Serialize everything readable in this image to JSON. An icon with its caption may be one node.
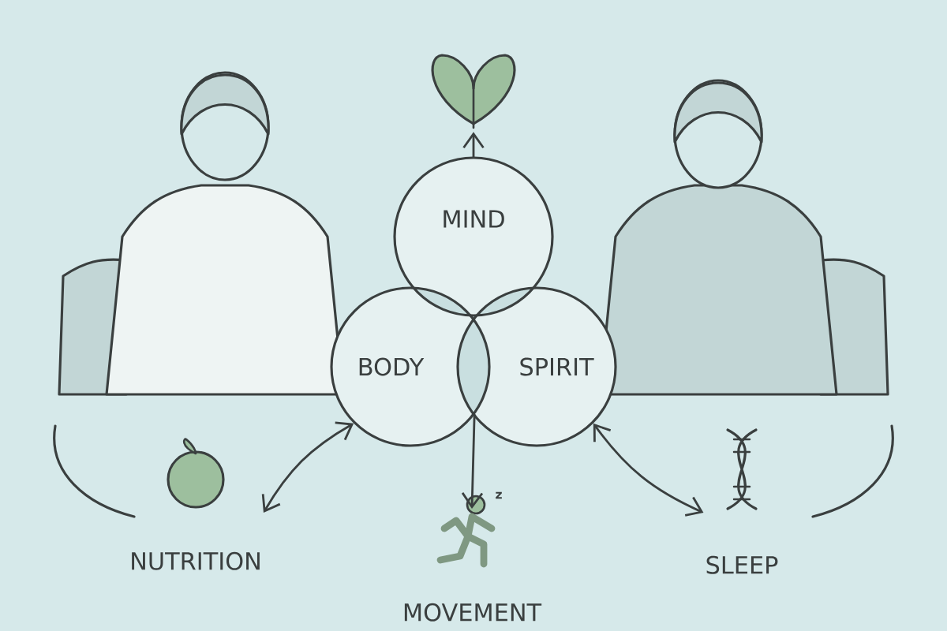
{
  "diagram": {
    "nodes": [
      {
        "text": [
          "MIND"
        ]
      },
      {
        "text": [
          "BODY"
        ]
      },
      {
        "text": [
          "SPIRIT"
        ]
      },
      {
        "text": [],
        "shape": "picture"
      },
      {
        "text": [
          "NUTRITION"
        ]
      },
      {
        "text": [
          "MOVEMENT"
        ]
      },
      {
        "text": [
          "SLEEP"
        ]
      }
    ],
    "edges": [
      {
        "from": 0,
        "to": 3,
        "arrow": "to"
      },
      {
        "from": 1,
        "to": 4,
        "arrow": "both"
      },
      {
        "from": 1,
        "to": 5,
        "arrow": "to"
      },
      {
        "from": 2,
        "to": 6,
        "arrow": "both"
      }
    ],
    "labels": [
      "z"
    ]
  }
}
